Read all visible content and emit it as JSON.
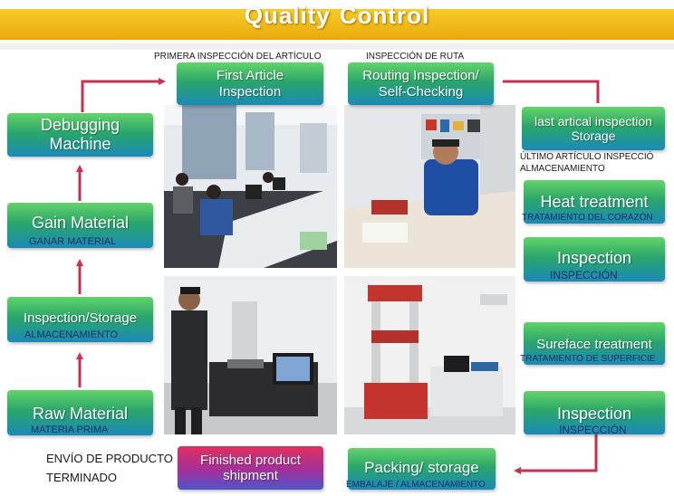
{
  "title_word1": "Quality",
  "title_word2": "Control",
  "steps": {
    "raw_material": {
      "label": "Raw Material",
      "sub": "MATERIA PRIMA"
    },
    "inspection_storage": {
      "label": "Inspection/Storage",
      "sub": "ALMACENAMIENTO"
    },
    "gain_material": {
      "label": "Gain Material",
      "sub": "GANAR MATERIAL"
    },
    "debugging_machine": {
      "label1": "Debugging",
      "label2": "Machine"
    },
    "first_article": {
      "label1": "First Article",
      "label2": "Inspection",
      "sub": "PRIMERA INSPECCIÓN DEL ARTÍCULO"
    },
    "routing_inspection": {
      "label1": "Routing Inspection/",
      "label2": "Self-Checking",
      "sub": "INSPECCIÓN DE RUTA"
    },
    "last_article": {
      "label1": "last artical inspection",
      "label2": "Storage",
      "sub1": "ÚLTIMO ARTÍCULO INSPECCIÓ",
      "sub2": "ALMACENAMIENTO"
    },
    "heat_treatment": {
      "label": "Heat treatment",
      "sub": "TRATAMIENTO DEL CORAZÓN"
    },
    "inspection_1": {
      "label": "Inspection",
      "sub": "INSPECCIÓN"
    },
    "surface_treatment": {
      "label": "Sureface treatment",
      "sub": "TRATAMIENTO DE SUPERFICIE"
    },
    "inspection_2": {
      "label": "Inspection",
      "sub": "INSPECCIÓN"
    },
    "packing_storage": {
      "label": "Packing/ storage",
      "sub": "EMBALAJE / ALMACENAMIENTO"
    },
    "finished_product": {
      "label1": "Finished product",
      "label2": "shipment",
      "sub1": "ENVÍO DE PRODUCTO",
      "sub2": "TERMINADO"
    }
  },
  "colors": {
    "banner": "#f2bb1c",
    "box_top": "#63d36a",
    "box_bottom": "#1b8ab8",
    "final_box": "#d0306a",
    "arrow": "#c8304e"
  }
}
